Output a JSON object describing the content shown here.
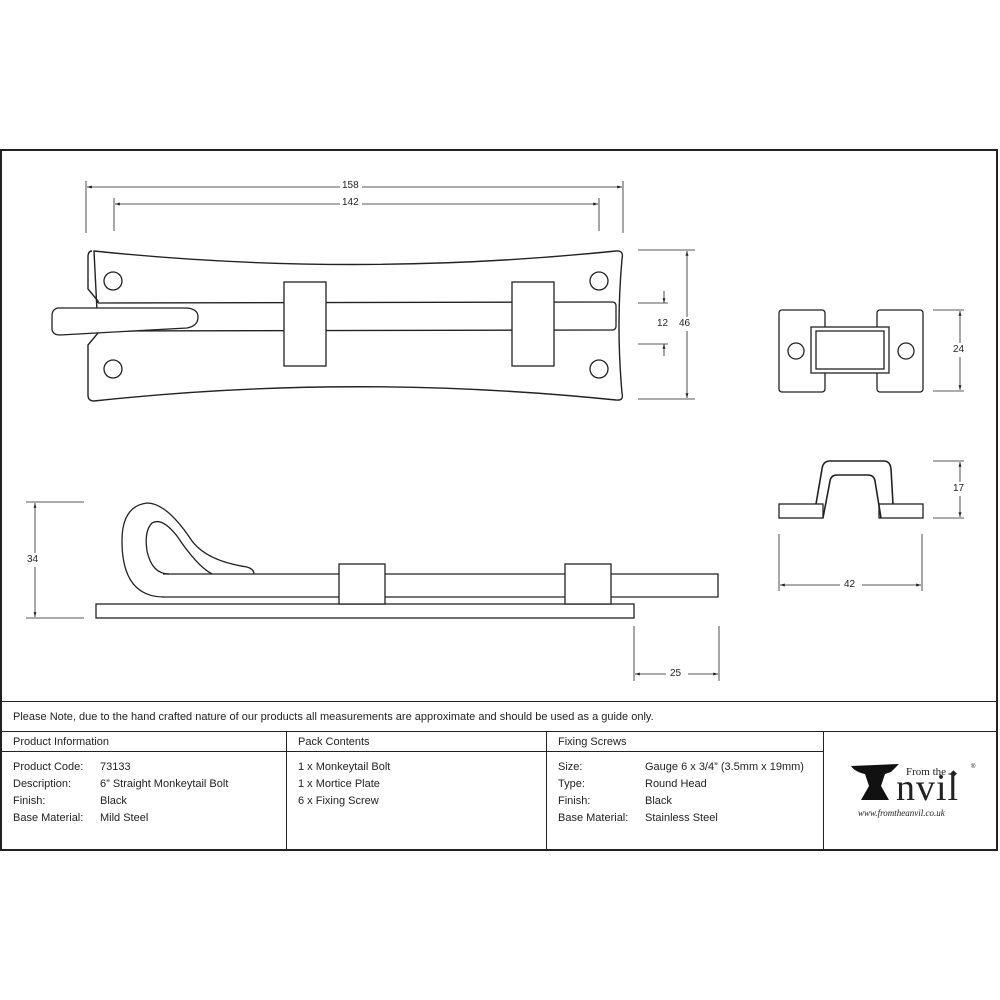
{
  "drawing": {
    "top_view": {
      "dimensions": {
        "overall_length": "158",
        "fixing_centres": "142",
        "bolt_width": "12",
        "plate_height": "46"
      }
    },
    "keep_top_view": {
      "dimensions": {
        "height": "24"
      }
    },
    "keep_side_view": {
      "dimensions": {
        "height": "17",
        "width": "42"
      }
    },
    "side_view": {
      "dimensions": {
        "height": "34",
        "bolt_projection": "25"
      }
    }
  },
  "note": "Please Note, due to the hand crafted nature of our products all measurements are approximate and should be used as a guide only.",
  "product_information": {
    "heading": "Product Information",
    "rows": [
      {
        "label": "Product Code:",
        "value": "73133"
      },
      {
        "label": "Description:",
        "value": "6” Straight Monkeytail Bolt"
      },
      {
        "label": "Finish:",
        "value": "Black"
      },
      {
        "label": "Base Material:",
        "value": "Mild Steel"
      }
    ]
  },
  "pack_contents": {
    "heading": "Pack Contents",
    "items": [
      "1 x Monkeytail Bolt",
      "1 x Mortice Plate",
      "6 x Fixing Screw"
    ]
  },
  "fixing_screws": {
    "heading": "Fixing Screws",
    "rows": [
      {
        "label": "Size:",
        "value": "Gauge 6 x 3/4” (3.5mm x 19mm)"
      },
      {
        "label": "Type:",
        "value": "Round Head"
      },
      {
        "label": "Finish:",
        "value": "Black"
      },
      {
        "label": "Base Material:",
        "value": "Stainless Steel"
      }
    ]
  },
  "logo": {
    "from_the": "From the",
    "brand": "nvil",
    "url": "www.fromtheanvil.co.uk",
    "registered": "®"
  },
  "colors": {
    "line": "#222222",
    "background": "#ffffff"
  }
}
